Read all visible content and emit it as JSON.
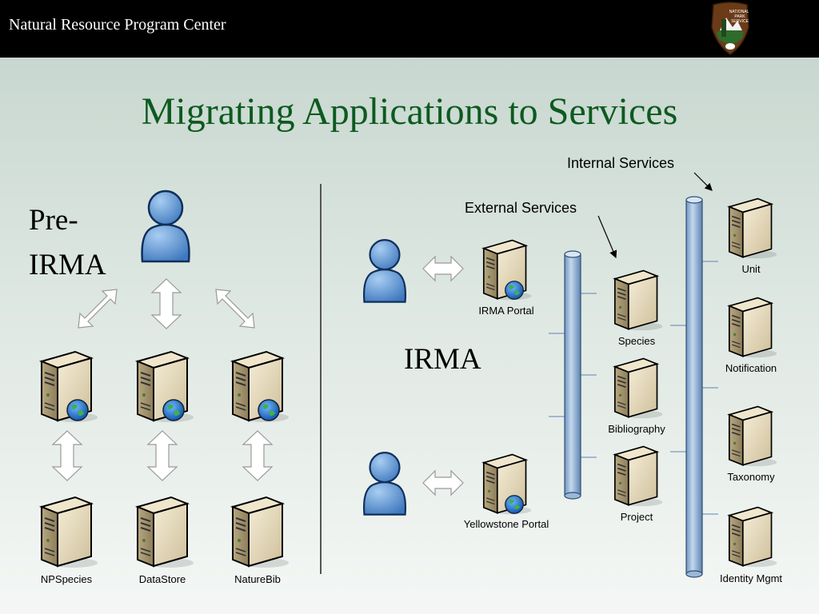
{
  "header": {
    "org_name": "Natural Resource Program Center",
    "logo_icon": "nps-arrowhead-icon",
    "logo_text": [
      "NATIONAL",
      "PARK",
      "SERVICE"
    ]
  },
  "title": "Migrating Applications to Services",
  "pre_irma": {
    "line1": "Pre-",
    "line2": "IRMA",
    "apps": [
      "NPSpecies",
      "DataStore",
      "NatureBib"
    ]
  },
  "irma": {
    "label": "IRMA",
    "external_services_label": "External Services",
    "internal_services_label": "Internal Services",
    "portals": [
      "IRMA Portal",
      "Yellowstone Portal"
    ],
    "external_services": [
      "Species",
      "Bibliography",
      "Project"
    ],
    "internal_services": [
      "Unit",
      "Notification",
      "Taxonomy",
      "Identity Mgmt"
    ]
  },
  "colors": {
    "title": "#0d5a1f",
    "header_bg": "#000000",
    "pipe": "#9ab8d8",
    "user": "#5f95cf"
  }
}
